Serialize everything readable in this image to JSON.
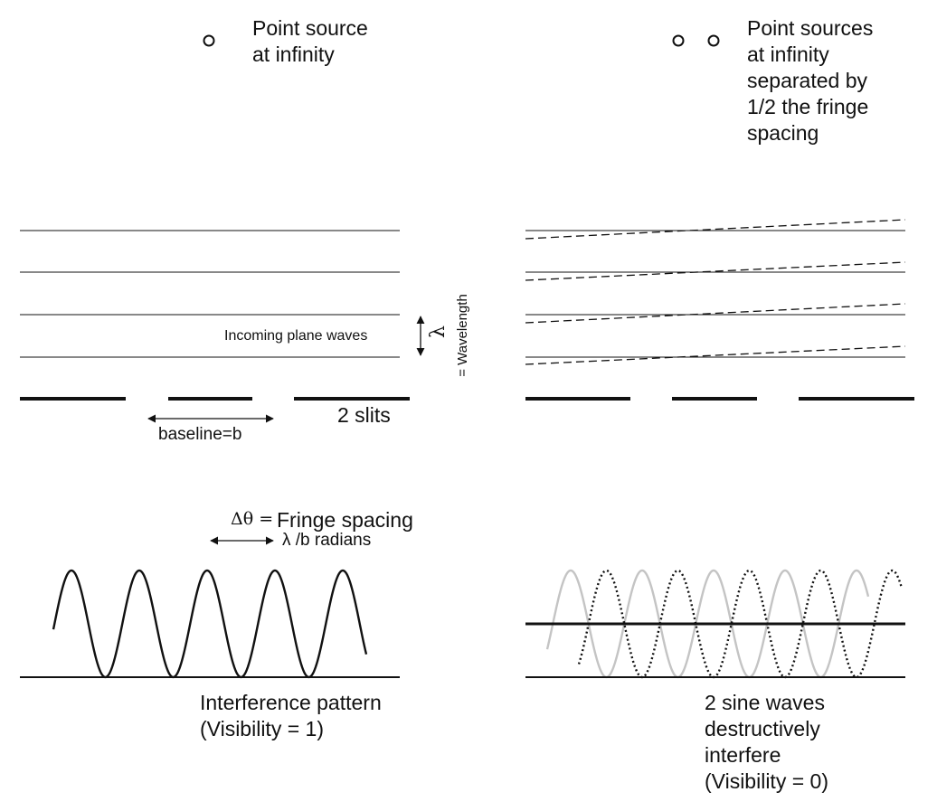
{
  "left_panel": {
    "source_label": "Point source\nat infinity",
    "waves_label": "Incoming plane waves",
    "lambda_symbol": "λ",
    "wavelength_label": "= Wavelength",
    "slits_label": "2 slits",
    "baseline_label": "baseline=b",
    "delta_theta_symbol": "Δθ =",
    "fringe_label": "Fringe spacing",
    "fringe_value": "λ /b radians",
    "pattern_label": "Interference pattern\n(Visibility = 1)"
  },
  "right_panel": {
    "sources_label": "Point sources\nat infinity\nseparated by\n1/2 the fringe\nspacing",
    "pattern_label": "2 sine waves\ndestructively\ninterfere\n(Visibility = 0)"
  },
  "colors": {
    "ink": "#111111",
    "grey_wave": "#c4c4c4"
  }
}
